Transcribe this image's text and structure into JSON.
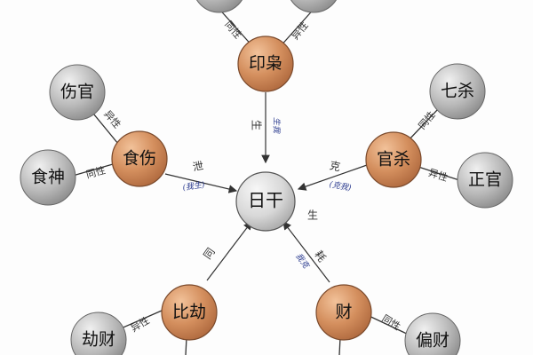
{
  "diagram": {
    "center": "日干",
    "groups": {
      "yinxiao": {
        "label": "印枭",
        "left_rel": "同性",
        "right_rel": "异性",
        "arrow_text": "生",
        "arrow_blue": "生我"
      },
      "shishang": {
        "label": "食伤",
        "top_child": "伤官",
        "bottom_child": "食神",
        "top_rel": "异性",
        "bottom_rel": "同性",
        "arrow_text": "泄",
        "arrow_blue": "(我生)"
      },
      "guansha": {
        "label": "官杀",
        "top_child": "七杀",
        "bottom_child": "正官",
        "top_rel": "同性",
        "bottom_rel": "异性",
        "arrow_text": "克",
        "arrow_blue": "(克我)"
      },
      "bijie": {
        "label": "比劫",
        "left_child": "劫财",
        "top_rel": "异性",
        "arrow_text": "同"
      },
      "cai": {
        "label": "财",
        "right_child": "偏财",
        "top_rel": "同性",
        "arrow_text": "耗",
        "arrow_blue": "我克"
      }
    },
    "extra_label": "生",
    "colors": {
      "orange": "#d48f5e",
      "gray": "#b9b9b9",
      "center": "#d8d8d8",
      "stroke": "#333333",
      "blue": "#2b3b8f"
    }
  }
}
